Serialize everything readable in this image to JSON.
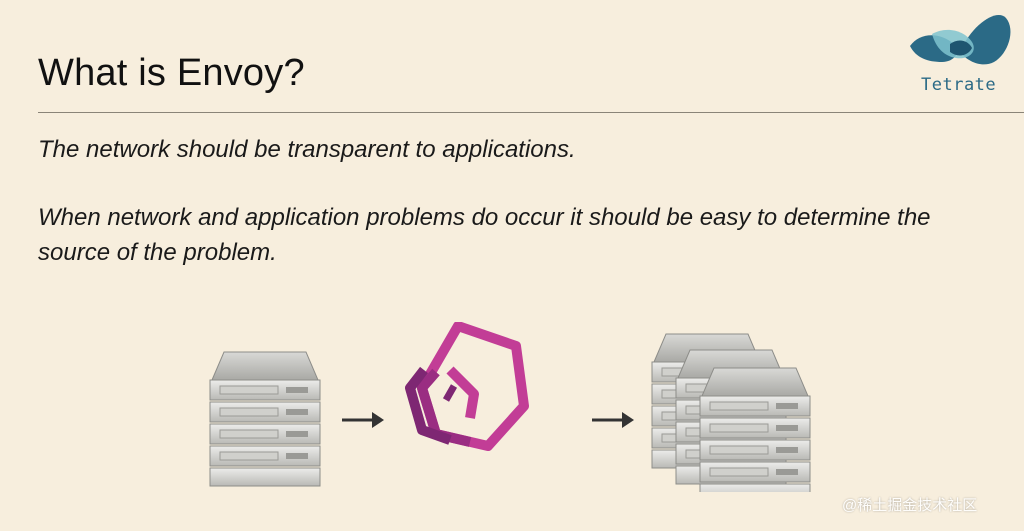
{
  "slide": {
    "title": "What is Envoy?",
    "brand": {
      "name": "Tetrate"
    },
    "lines": [
      "The network should be transparent to applications.",
      "When network and application problems do occur it should be easy to determine the source of the problem."
    ]
  },
  "graphic": {
    "icons": [
      "server-stack-icon",
      "arrow-right-icon",
      "envoy-logo-icon",
      "arrow-right-icon",
      "server-cluster-icon"
    ]
  },
  "watermark": "@稀土掘金技术社区",
  "colors": {
    "background": "#f7eedd",
    "envoy": "#b0338c",
    "brand": "#2b6a86"
  }
}
